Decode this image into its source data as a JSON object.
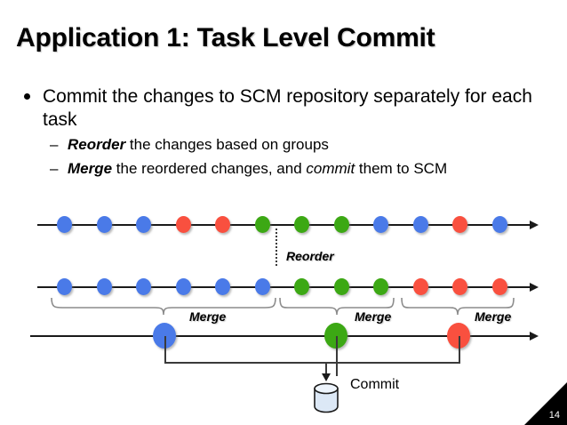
{
  "slide": {
    "title": "Application 1: Task Level Commit",
    "page_number": "14",
    "background_color": "#ffffff"
  },
  "bullets": [
    {
      "level": 1,
      "marker": "•",
      "text": "Commit the changes to SCM repository separately for each task"
    },
    {
      "level": 2,
      "marker": "–",
      "bold_lead": "Reorder",
      "rest": " the changes based on groups"
    },
    {
      "level": 2,
      "marker": "–",
      "bold_lead": "Merge",
      "mid": " the reordered changes, and ",
      "italic": "commit",
      "tail": " them to SCM"
    }
  ],
  "colors": {
    "blue": "#4a7ae8",
    "green": "#3ca814",
    "red": "#f9503f",
    "line": "#1a1a1a",
    "db_fill": "#dce8f6",
    "db_stroke": "#1a1a1a"
  },
  "diagram": {
    "row1": {
      "name": "unordered-changes-timeline",
      "nodes": [
        "blue",
        "blue",
        "blue",
        "red",
        "red",
        "green",
        "green",
        "green",
        "blue",
        "blue",
        "red",
        "blue"
      ]
    },
    "row2": {
      "name": "reordered-changes-timeline",
      "nodes": [
        "blue",
        "blue",
        "blue",
        "blue",
        "blue",
        "blue",
        "green",
        "green",
        "green",
        "red",
        "red",
        "red"
      ]
    },
    "row3": {
      "name": "merged-commits-timeline",
      "nodes": [
        "blue",
        "green",
        "red"
      ]
    },
    "reorder_label": "Reorder",
    "merge_labels": [
      "Merge",
      "Merge",
      "Merge"
    ],
    "commit_label": "Commit",
    "database_icon": "database-cylinder-icon"
  }
}
